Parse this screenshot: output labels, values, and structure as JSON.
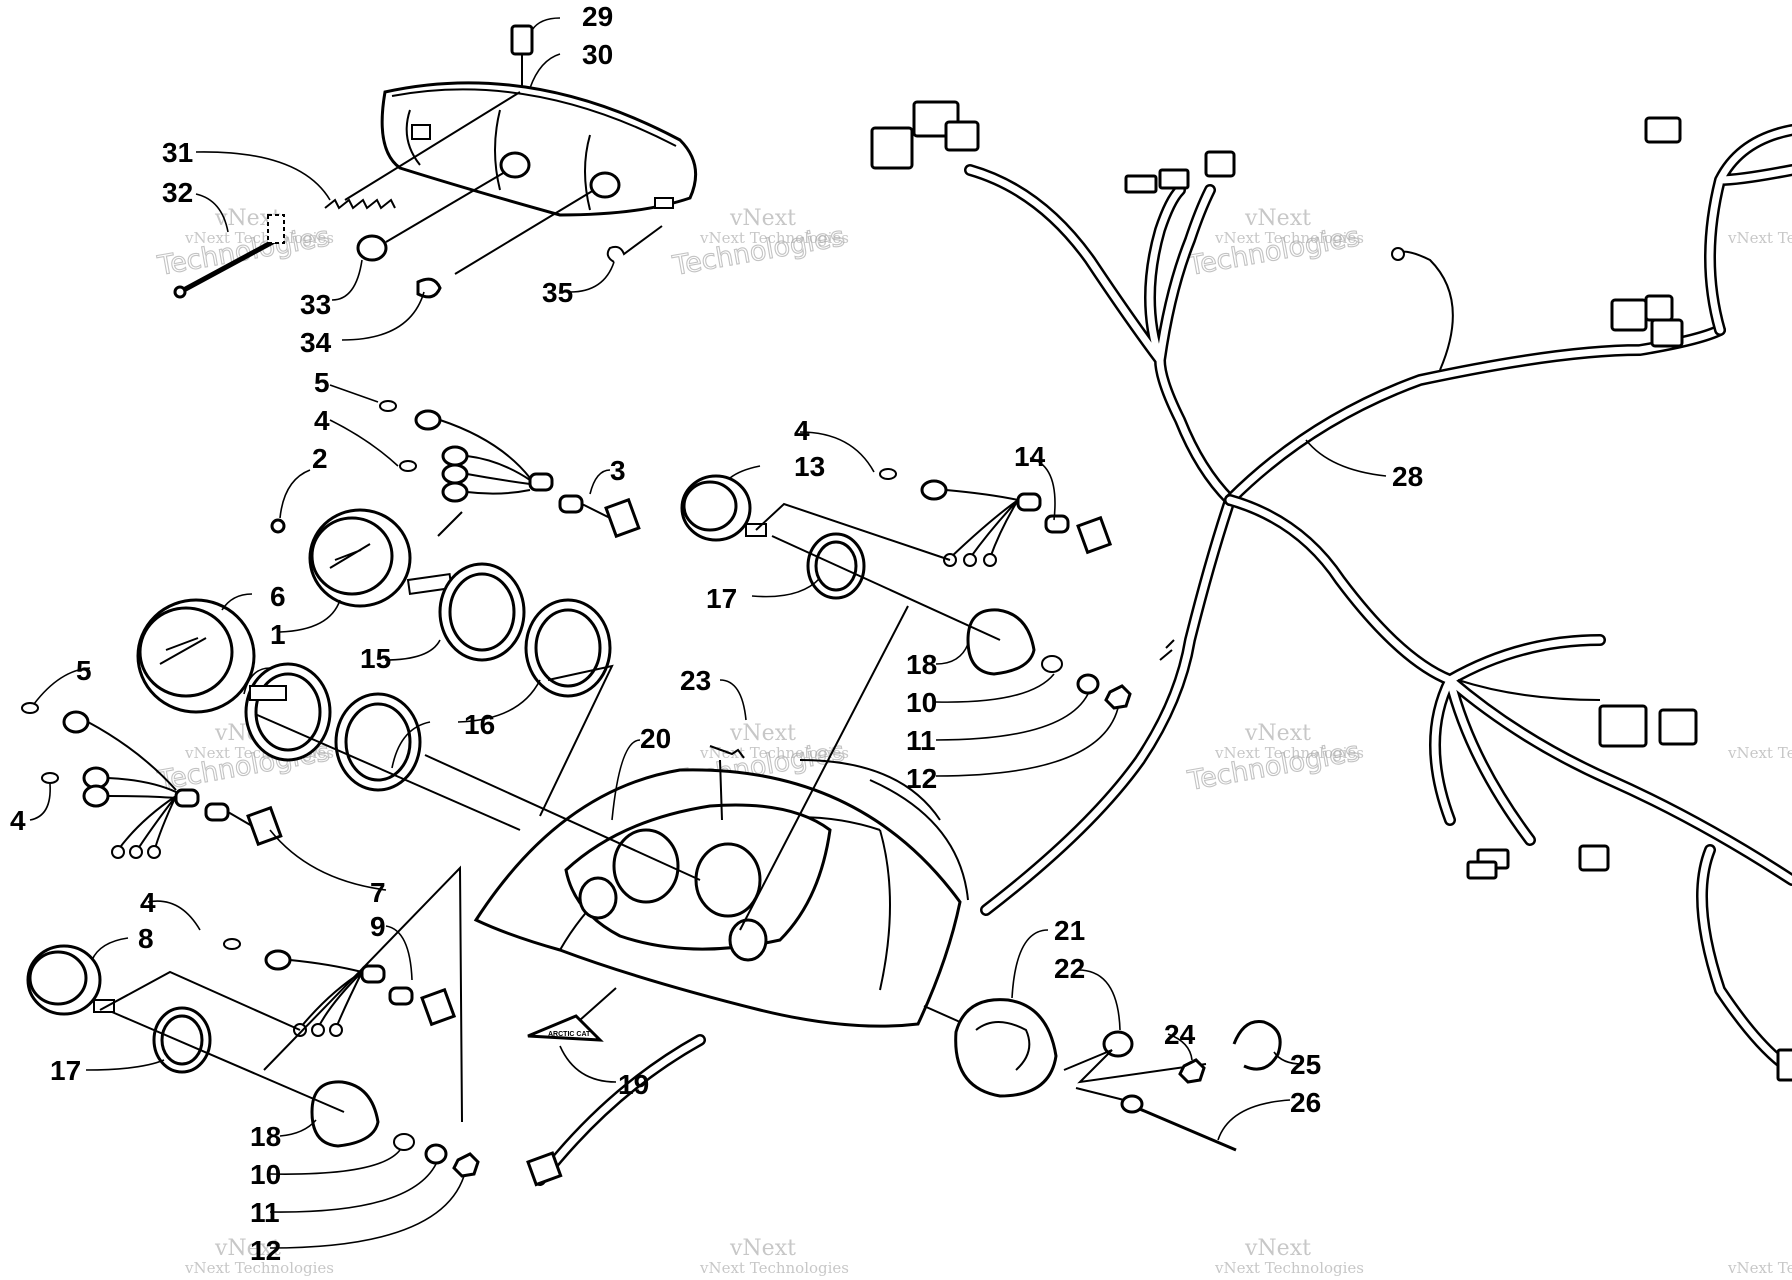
{
  "callouts": [
    "1",
    "2",
    "3",
    "4",
    "5",
    "6",
    "7",
    "8",
    "9",
    "10",
    "11",
    "12",
    "13",
    "14",
    "15",
    "16",
    "17",
    "18",
    "19",
    "20",
    "21",
    "22",
    "23",
    "24",
    "25",
    "26",
    "28",
    "29",
    "30",
    "31",
    "32",
    "33",
    "34",
    "35"
  ],
  "watermark": {
    "line1": "vNext",
    "line2": "vNext Technologies",
    "line3": "Technologies"
  },
  "decal_text": "ARCTIC CAT"
}
